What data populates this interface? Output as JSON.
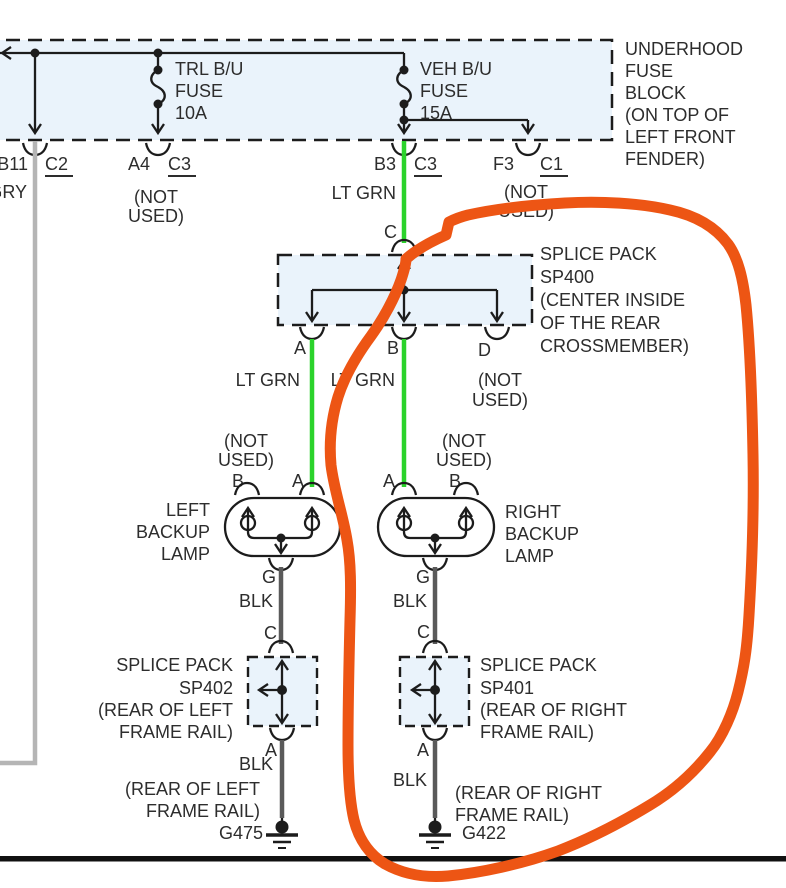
{
  "colors": {
    "highlight_orange": "#ED5514",
    "wire_lt_grn": "#2BD32B",
    "wire_gry": "#B5B5B5",
    "wire_blk": "#5A5A5A",
    "block_fill": "#EAF3FB"
  },
  "fuse_block": {
    "title": [
      "UNDERHOOD",
      "FUSE",
      "BLOCK",
      "(ON TOP OF",
      "LEFT FRONT",
      "FENDER)"
    ],
    "trl_fuse": [
      "TRL B/U",
      "FUSE",
      "10A"
    ],
    "veh_fuse": [
      "VEH B/U",
      "FUSE",
      "15A"
    ],
    "pin_b11": "B11",
    "conn_c2": "C2",
    "pin_a4": "A4",
    "conn_c3a": "C3",
    "pin_b3": "B3",
    "conn_c3b": "C3",
    "pin_f3": "F3",
    "conn_c1": "C1",
    "wire_gry_label": "GRY",
    "not_used_a4": [
      "(NOT",
      "USED)"
    ],
    "wire_ltgrn_label": "LT GRN",
    "not_used_f3": [
      "(NOT",
      "USED)"
    ]
  },
  "sp400": {
    "pin_c": "C",
    "label": [
      "SPLICE PACK",
      "SP400",
      "(CENTER INSIDE",
      "OF THE REAR",
      "CROSSMEMBER)"
    ],
    "pin_a": "A",
    "pin_b": "B",
    "pin_d": "D",
    "wire_a_label": "LT GRN",
    "wire_b_label": "LT GRN",
    "not_used_d": [
      "(NOT",
      "USED)"
    ]
  },
  "left_lamp": {
    "not_used": [
      "(NOT",
      "USED)"
    ],
    "pin_b": "B",
    "pin_a": "A",
    "name": [
      "LEFT",
      "BACKUP",
      "LAMP"
    ],
    "pin_g": "G",
    "wire_label": "BLK",
    "pin_c": "C"
  },
  "right_lamp": {
    "not_used": [
      "(NOT",
      "USED)"
    ],
    "pin_a": "A",
    "pin_b": "B",
    "name": [
      "RIGHT",
      "BACKUP",
      "LAMP"
    ],
    "pin_g": "G",
    "wire_label": "BLK",
    "pin_c": "C"
  },
  "sp402": {
    "label": [
      "SPLICE PACK",
      "SP402",
      "(REAR OF LEFT",
      "FRAME RAIL)"
    ],
    "pin_a": "A",
    "wire_label": "BLK",
    "location": [
      "(REAR OF LEFT",
      "FRAME RAIL)"
    ],
    "ground_id": "G475"
  },
  "sp401": {
    "label": [
      "SPLICE PACK",
      "SP401",
      "(REAR OF RIGHT",
      "FRAME RAIL)"
    ],
    "pin_a": "A",
    "wire_label": "BLK",
    "location": [
      "(REAR OF RIGHT",
      "FRAME RAIL)"
    ],
    "ground_id": "G422"
  }
}
